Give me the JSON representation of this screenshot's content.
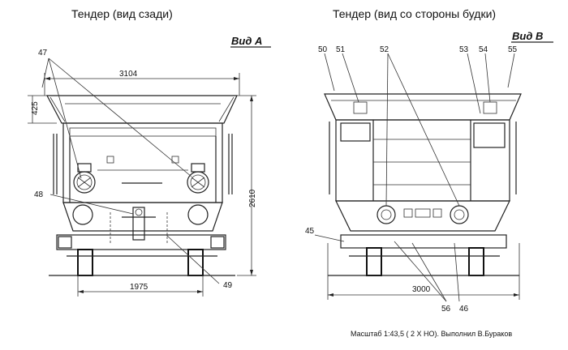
{
  "titles": {
    "left": "Тендер (вид сзади)",
    "right": "Тендер (вид со стороны будки)"
  },
  "views": {
    "left": "Вид А",
    "right": "Вид В"
  },
  "callouts": {
    "c47": "47",
    "c48": "48",
    "c49": "49",
    "c45": "45",
    "c50": "50",
    "c51": "51",
    "c52": "52",
    "c53": "53",
    "c54": "54",
    "c55": "55",
    "c56": "56",
    "c46": "46"
  },
  "dimensions": {
    "width_top": "3104",
    "height_top": "425",
    "height_total": "2610",
    "width_bottom_left": "1975",
    "width_bottom_right": "3000"
  },
  "footer": "Масштаб 1:43,5 ( 2 Х НО). Выполнил В.Бураков"
}
